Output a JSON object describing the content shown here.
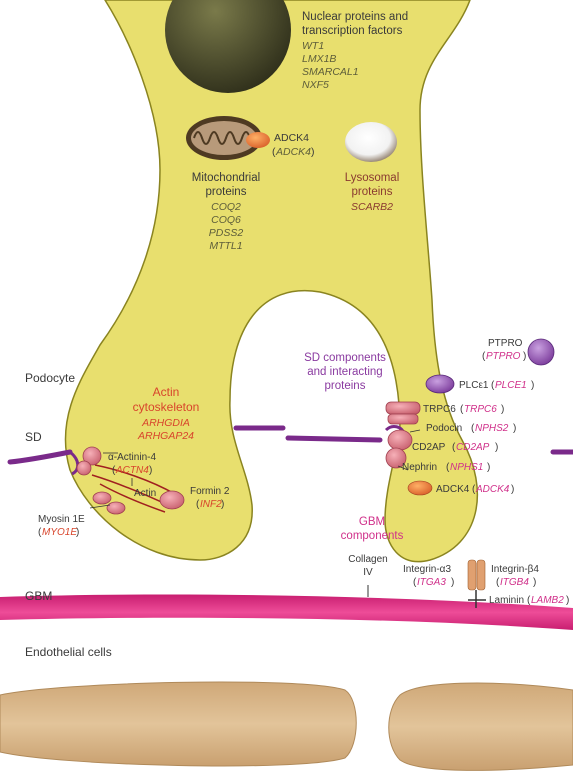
{
  "labels": {
    "nuclear_title_1": "Nuclear proteins and",
    "nuclear_title_2": "transcription factors",
    "nuclear_genes": [
      "WT1",
      "LMX1B",
      "SMARCAL1",
      "NXF5"
    ],
    "adck4_mito": "ADCK4",
    "adck4_mito_gene": "ADCK4",
    "mito_title_1": "Mitochondrial",
    "mito_title_2": "proteins",
    "mito_genes": [
      "COQ2",
      "COQ6",
      "PDSS2",
      "MTTL1"
    ],
    "lyso_title_1": "Lysosomal",
    "lyso_title_2": "proteins",
    "lyso_gene": "SCARB2",
    "podocyte": "Podocyte",
    "sd": "SD",
    "actin_title_1": "Actin",
    "actin_title_2": "cytoskeleton",
    "actin_genes": [
      "ARHGDIA",
      "ARHGAP24"
    ],
    "actinin_name": "α-Actinin-4",
    "actinin_gene": "ACTN4",
    "actin": "Actin",
    "formin_name": "Formin 2",
    "formin_gene": "INF2",
    "myosin_name": "Myosin 1E",
    "myosin_gene": "MYO1E",
    "sd_comp_1": "SD components",
    "sd_comp_2": "and interacting",
    "sd_comp_3": "proteins",
    "ptpro_name": "PTPRO",
    "ptpro_gene": "PTPRO",
    "plce_name": "PLCε1",
    "plce_gene": "PLCE1",
    "trpc6_name": "TRPC6",
    "trpc6_gene": "TRPC6",
    "podocin_name": "Podocin",
    "podocin_gene": "NPHS2",
    "cd2ap_name": "CD2AP",
    "cd2ap_gene": "CD2AP",
    "nephrin_name": "Nephrin",
    "nephrin_gene": "NPHS1",
    "adck4_name": "ADCK4",
    "adck4_gene": "ADCK4",
    "gbm_comp_1": "GBM",
    "gbm_comp_2": "components",
    "collagen_1": "Collagen",
    "collagen_2": "IV",
    "integrin_a3_name": "Integrin-α3",
    "integrin_a3_gene": "ITGA3",
    "integrin_b4_name": "Integrin-β4",
    "integrin_b4_gene": "ITGB4",
    "laminin_name": "Laminin",
    "laminin_gene": "LAMB2",
    "gbm": "GBM",
    "endothelial": "Endothelial cells"
  },
  "colors": {
    "cell_fill": "#e8df6e",
    "cell_stroke": "#8a8420",
    "gbm": "#d9287e",
    "endothelial": "#d9b88a",
    "sd_purple": "#7a2a8a",
    "protein_pink": "#e07b8a",
    "protein_purple": "#9a5cc0",
    "nucleus": "#4d4d2a"
  }
}
